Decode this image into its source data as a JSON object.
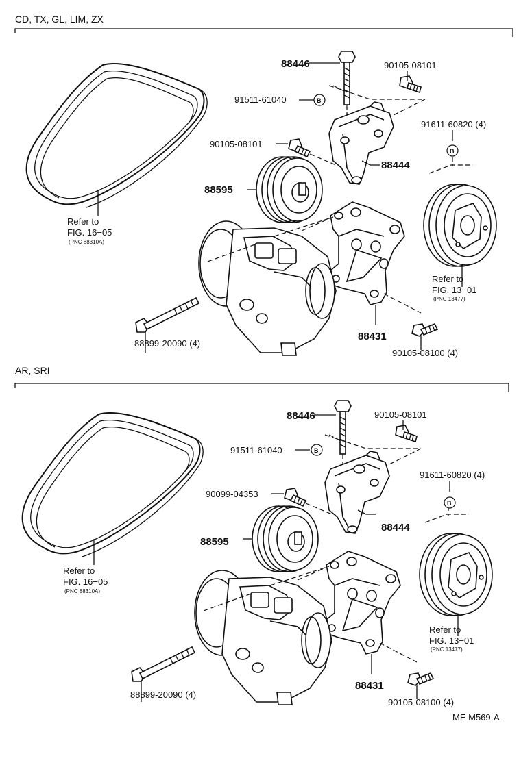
{
  "sections": [
    {
      "header": "CD, TX, GL, LIM, ZX",
      "parts": {
        "bolt_top": "88446",
        "bolt_right": "90105-08101",
        "washer_b": "91511-61040",
        "bolt_left": "90105-08101",
        "nut_b": "91611-60820 (4)",
        "bracket_upper": "88444",
        "idler_pulley": "88595",
        "bracket_lower": "88431",
        "long_bolt": "88899-20090 (4)",
        "bolt_bottom": "90105-08100 (4)"
      },
      "belt_ref": {
        "line1": "Refer to",
        "line2": "FIG. 16−05",
        "pnc": "(PNC 88310A)"
      },
      "pulley_ref": {
        "line1": "Refer to",
        "line2": "FIG. 13−01",
        "pnc": "(PNC 13477)"
      },
      "badge": "B"
    },
    {
      "header": "AR, SRI",
      "parts": {
        "bolt_top": "88446",
        "bolt_right": "90105-08101",
        "washer_b": "91511-61040",
        "bolt_left": "90099-04353",
        "nut_b": "91611-60820 (4)",
        "bracket_upper": "88444",
        "idler_pulley": "88595",
        "bracket_lower": "88431",
        "long_bolt": "88899-20090 (4)",
        "bolt_bottom": "90105-08100 (4)"
      },
      "belt_ref": {
        "line1": "Refer to",
        "line2": "FIG. 16−05",
        "pnc": "(PNC 88310A)"
      },
      "pulley_ref": {
        "line1": "Refer to",
        "line2": "FIG. 13−01",
        "pnc": "(PNC 13477)"
      },
      "badge": "B"
    }
  ],
  "footer_code": "ME M569-A"
}
